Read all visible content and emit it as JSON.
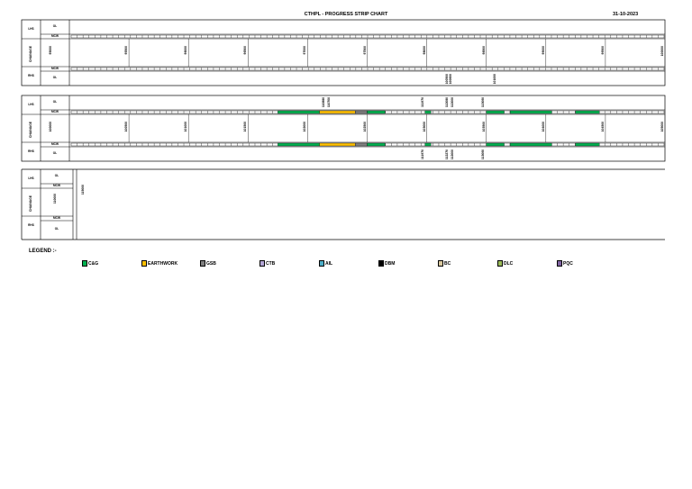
{
  "header": {
    "title": "CTHPL -  PROGRESS STRIP CHART",
    "date": "31-10-2023"
  },
  "row_labels": {
    "lhs": "LHS",
    "chainage": "CHAINAGE",
    "rhs": "RHS",
    "ol": "OL",
    "mcw": "MCW"
  },
  "colors": {
    "cg": "#00b050",
    "earthwork": "#ffc000",
    "gsb": "#808080",
    "ctb": "#b4a7d6",
    "ail": "#4bacc6",
    "dbm": "#000000",
    "bc": "#d9c89e",
    "dlc": "#9bbb59",
    "pqc": "#8064a2"
  },
  "strip1": {
    "chainages": [
      "95000",
      "95500",
      "96000",
      "96500",
      "97000",
      "97500",
      "98000",
      "98500",
      "99000",
      "99500",
      "100000"
    ],
    "rhs_ol_marks": [
      "100500",
      "100600",
      "101000"
    ],
    "mcw_lhs_progress": [],
    "mcw_rhs_progress": []
  },
  "strip2": {
    "chainages": [
      "100000",
      "100500",
      "101000",
      "101500",
      "102000",
      "102500",
      "103000",
      "103500",
      "104000",
      "104500",
      "105000"
    ],
    "lhs_ol_marks": [
      "110880",
      "110700",
      "111970",
      "112080",
      "112000",
      "113060"
    ],
    "rhs_ol_marks": [
      "111970",
      "112270",
      "112000",
      "113060"
    ],
    "progress": [
      {
        "from": 0.35,
        "to": 0.42,
        "type": "cg"
      },
      {
        "from": 0.42,
        "to": 0.48,
        "type": "earthwork"
      },
      {
        "from": 0.48,
        "to": 0.5,
        "type": "gsb"
      },
      {
        "from": 0.5,
        "to": 0.53,
        "type": "cg"
      },
      {
        "from": 0.597,
        "to": 0.607,
        "type": "cg"
      },
      {
        "from": 0.7,
        "to": 0.73,
        "type": "cg"
      },
      {
        "from": 0.74,
        "to": 0.81,
        "type": "cg"
      },
      {
        "from": 0.85,
        "to": 0.89,
        "type": "cg"
      }
    ]
  },
  "strip3": {
    "chainages": [
      "110000",
      "115000"
    ]
  },
  "legend": {
    "title": "LEGEND :-",
    "items": [
      {
        "label": "C&G",
        "color_key": "cg"
      },
      {
        "label": "EARTHWORK",
        "color_key": "earthwork"
      },
      {
        "label": "GSB",
        "color_key": "gsb"
      },
      {
        "label": "CTB",
        "color_key": "ctb"
      },
      {
        "label": "AIL",
        "color_key": "ail"
      },
      {
        "label": "DBM",
        "color_key": "dbm"
      },
      {
        "label": "BC",
        "color_key": "bc"
      },
      {
        "label": "DLC",
        "color_key": "dlc"
      },
      {
        "label": "PQC",
        "color_key": "pqc"
      }
    ]
  }
}
